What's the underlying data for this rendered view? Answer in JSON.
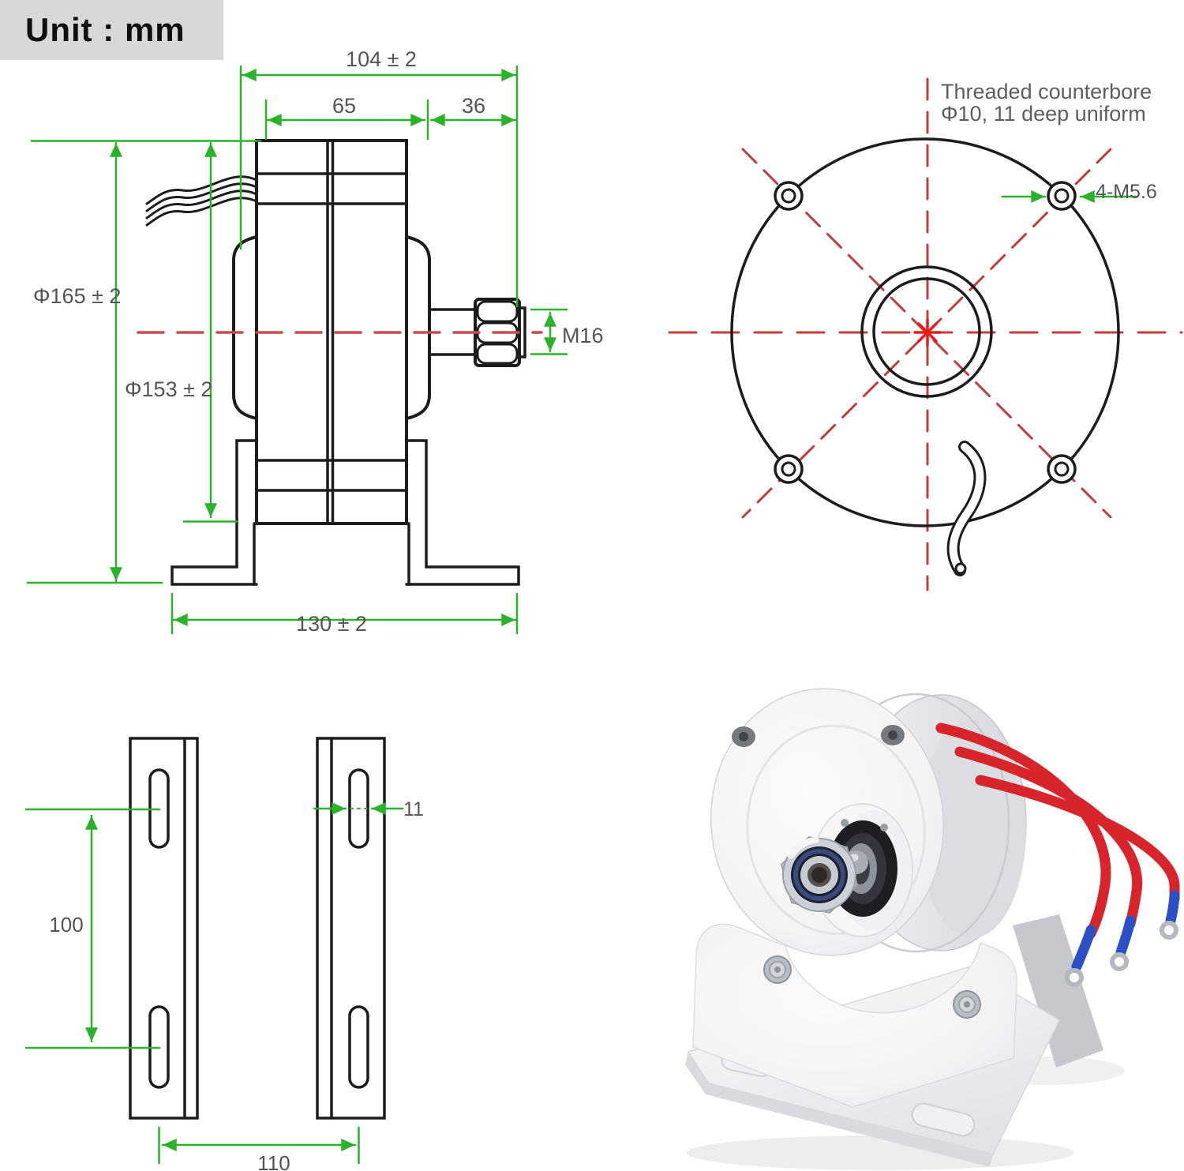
{
  "unit_label": "Unit : mm",
  "side_view": {
    "name": "motor side elevation with dimensions",
    "dim_total_length": "104 ± 2",
    "dim_body_length": "65",
    "dim_shaft_length": "36",
    "dim_outer_diameter": "Φ165 ± 2",
    "dim_inner_diameter": "Φ153 ± 2",
    "dim_shaft_thread": "M16",
    "dim_base_width": "130 ± 2"
  },
  "front_view": {
    "name": "motor front face with bolt circle",
    "note_line1": "Threaded counterbore",
    "note_line2": "Φ10, 11 deep uniform",
    "dim_bolt_spec": "4-M5.6"
  },
  "bracket_view": {
    "name": "mounting bracket plates with slot dimensions",
    "dim_slot_vertical_spacing": "100",
    "dim_slot_width": "11",
    "dim_slot_horizontal_spacing": "110"
  },
  "photo": {
    "name": "white permanent magnet generator with mounting bracket and red wires"
  },
  "colors": {
    "dimension_green": "#2ab32a",
    "centerline_red": "#c94b4b",
    "drawing_black": "#1c1c1c",
    "wire_red": "#d8242b",
    "wire_blue": "#2b50c5",
    "unit_box_gray": "#d8d8d8"
  }
}
